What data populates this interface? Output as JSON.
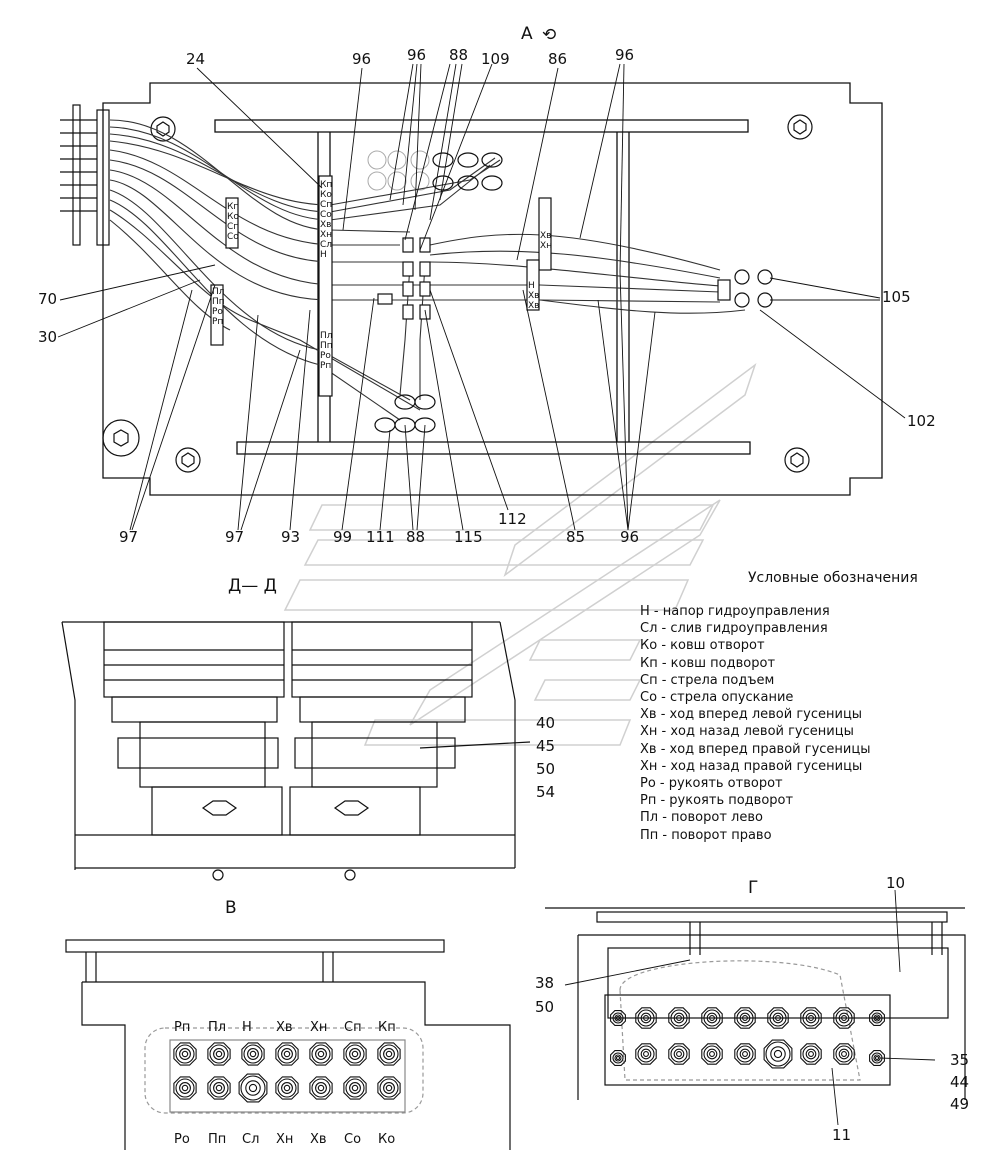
{
  "views": {
    "a": "А",
    "dd": "Д— Д",
    "v": "В",
    "g": "Г"
  },
  "callouts_top": {
    "c24": "24",
    "c96a": "96",
    "c96b": "96",
    "c88": "88",
    "c109": "109",
    "c86": "86",
    "c96c": "96",
    "c70": "70",
    "c30": "30",
    "c105": "105",
    "c102": "102"
  },
  "callouts_bottom": {
    "c97a": "97",
    "c97b": "97",
    "c93": "93",
    "c99": "99",
    "c111": "111",
    "c88b": "88",
    "c115": "115",
    "c112": "112",
    "c85": "85",
    "c96d": "96"
  },
  "section_callouts": [
    "40",
    "45",
    "50",
    "54"
  ],
  "view_g_callouts": {
    "c10": "10",
    "c38": "38",
    "c50": "50",
    "c35": "35",
    "c44": "44",
    "c49": "49",
    "c11": "11"
  },
  "legend": {
    "title": "Условные обозначения",
    "items": [
      "Н - напор гидроуправления",
      "Сл - слив гидроуправления",
      "Ко - ковш отворот",
      "Кп - ковш подворот",
      "Сп - стрела подъем",
      "Со - стрела опускание",
      "Хв - ход вперед левой гусеницы",
      "Хн - ход назад левой гусеницы",
      "Хв - ход вперед правой гусеницы",
      "Хн - ход назад правой гусеницы",
      "Ро - рукоять отворот",
      "Рп - рукоять подворот",
      "Пл - поворот лево",
      "Пп - поворот право"
    ]
  },
  "strip_tags": {
    "s1": [
      "Кп",
      "Ко",
      "Сп",
      "Со"
    ],
    "s2": [
      "Пл",
      "Пп",
      "Ро",
      "Рп"
    ],
    "s3": [
      "Кп",
      "Ко",
      "Сп",
      "Со",
      "Хв",
      "Хн",
      "Сл",
      "Н"
    ],
    "s4": [
      "Пл",
      "Пп",
      "Ро",
      "Рп"
    ],
    "s5": [
      "Хв",
      "Хн"
    ],
    "s6": [
      "Н",
      "Хв",
      "Хв"
    ]
  },
  "view_v_ports_top": [
    "Рп",
    "Пл",
    "Н",
    "Хв",
    "Хн",
    "Сп",
    "Кп"
  ],
  "view_v_ports_bottom": [
    "Ро",
    "Пп",
    "Сл",
    "Хн",
    "Хв",
    "Со",
    "Ко"
  ],
  "colors": {
    "ink": "#111111",
    "watermark": "#d0d0d0",
    "hose": "#333333"
  }
}
